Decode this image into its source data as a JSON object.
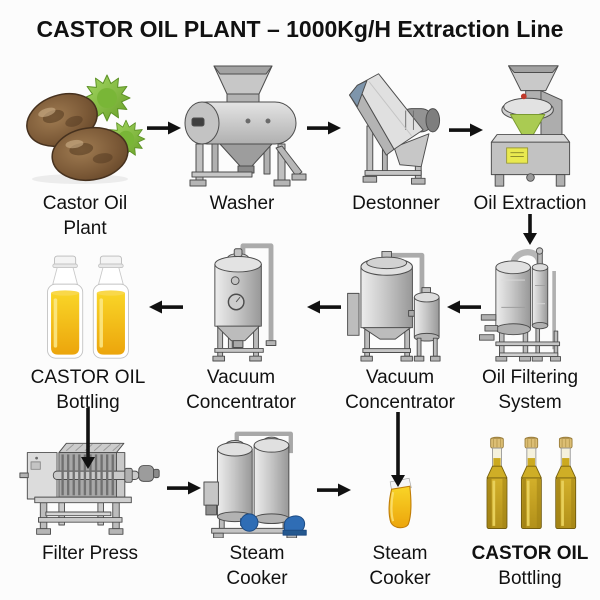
{
  "title": "CASTOR OIL PLANT – 1000Kg/H Extraction Line",
  "steps": [
    {
      "id": "castor-oil-plant",
      "line1": "Castor Oil",
      "line2": "Plant",
      "illustration": "castor-seeds"
    },
    {
      "id": "washer",
      "line1": "Washer",
      "illustration": "washer-machine"
    },
    {
      "id": "destonner",
      "line1": "Destonner",
      "illustration": "destonner-machine"
    },
    {
      "id": "oil-extraction",
      "line1": "Oil Extraction",
      "illustration": "oil-press-machine"
    },
    {
      "id": "castor-oil-bottling",
      "line1": "CASTOR OIL",
      "line2": "Bottling",
      "illustration": "two-oil-bottles"
    },
    {
      "id": "vacuum-concentrator-1",
      "line1": "Vacuum",
      "line2": "Concentrator",
      "illustration": "vacuum-tank"
    },
    {
      "id": "vacuum-concentrator-2",
      "line1": "Vacuum",
      "line2": "Concentrator",
      "illustration": "vacuum-tank-with-condenser"
    },
    {
      "id": "oil-filtering-system",
      "line1": "Oil Filtering",
      "line2": "System",
      "illustration": "filter-columns"
    },
    {
      "id": "filter-press",
      "line1": "Filter Press",
      "illustration": "plate-filter-press"
    },
    {
      "id": "steam-cooker-1",
      "line1": "Steam",
      "line2": "Cooker",
      "illustration": "twin-steam-tanks"
    },
    {
      "id": "steam-cooker-2",
      "line1": "Steam",
      "line2": "Cooker",
      "illustration": "oil-jar"
    },
    {
      "id": "castor-oil-bottling-final",
      "line1": "CASTOR OIL",
      "line2": "Bottling",
      "illustration": "three-oil-bottles"
    }
  ],
  "flow": [
    {
      "from": "castor-oil-plant",
      "to": "washer",
      "direction": "right"
    },
    {
      "from": "washer",
      "to": "destonner",
      "direction": "right"
    },
    {
      "from": "destonner",
      "to": "oil-extraction",
      "direction": "right"
    },
    {
      "from": "oil-extraction",
      "to": "oil-filtering-system",
      "direction": "down"
    },
    {
      "from": "oil-filtering-system",
      "to": "vacuum-concentrator-2",
      "direction": "left"
    },
    {
      "from": "vacuum-concentrator-2",
      "to": "vacuum-concentrator-1",
      "direction": "left"
    },
    {
      "from": "vacuum-concentrator-1",
      "to": "castor-oil-bottling",
      "direction": "left"
    },
    {
      "from": "castor-oil-bottling",
      "to": "filter-press",
      "direction": "down"
    },
    {
      "from": "filter-press",
      "to": "steam-cooker-1",
      "direction": "right"
    },
    {
      "from": "vacuum-concentrator-2",
      "to": "steam-cooker-2",
      "direction": "down"
    },
    {
      "from": "steam-cooker-1",
      "to": "steam-cooker-2",
      "direction": "right"
    }
  ],
  "colors": {
    "background": "#fcfcfc",
    "text": "#111111",
    "arrow": "#111111",
    "machine_gray": "#c9c9c9",
    "oil_yellow": "#f2c40e",
    "olive_oil": "#c9a51d",
    "leaf_green": "#8cc63f",
    "seed_brown": "#7a5836",
    "pump_blue": "#2f6db5",
    "label_yellow": "#e9e94f"
  }
}
